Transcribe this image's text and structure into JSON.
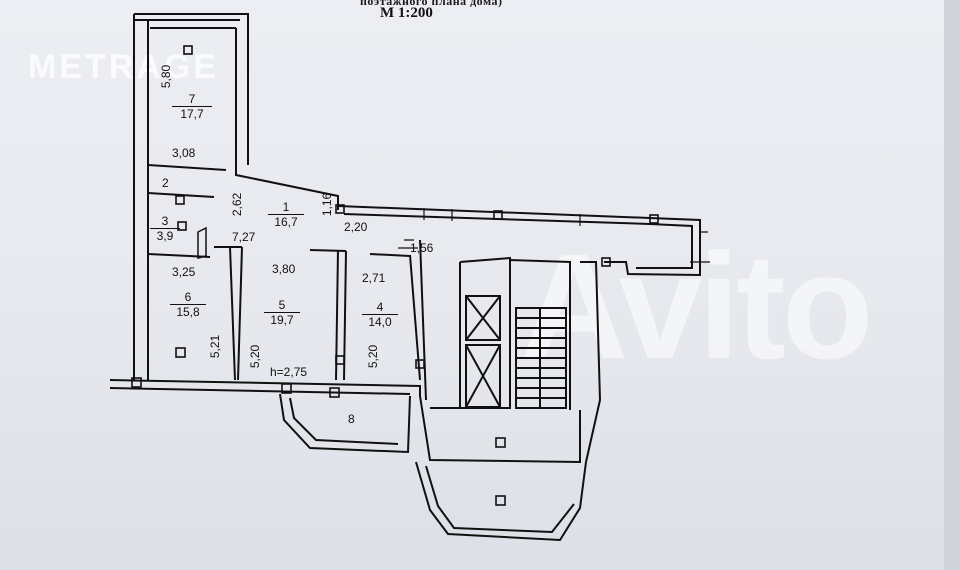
{
  "header": {
    "subtitle": "поэтажного плана дома)",
    "scale": "М 1:200"
  },
  "watermarks": {
    "metrage": "METRAGE",
    "avito": "Avito"
  },
  "rooms": [
    {
      "number": "7",
      "area": "17,7"
    },
    {
      "number": "2",
      "area": ""
    },
    {
      "number": "3",
      "area": "3,9"
    },
    {
      "number": "1",
      "area": "16,7"
    },
    {
      "number": "6",
      "area": "15,8"
    },
    {
      "number": "5",
      "area": "19,7"
    },
    {
      "number": "4",
      "area": "14,0"
    },
    {
      "number": "8",
      "area": ""
    }
  ],
  "dimensions": {
    "d_580": "5,80",
    "d_308": "3,08",
    "d_262": "2,62",
    "d_116": "1,16",
    "d_220": "2,20",
    "d_156": "1,56",
    "d_727": "7,27",
    "d_325": "3,25",
    "d_380": "3,80",
    "d_271": "2,71",
    "d_521": "5,21",
    "d_520a": "5,20",
    "d_520b": "5,20",
    "height": "h=2,75"
  },
  "colors": {
    "ink": "#111111",
    "paper": "#e9ebf0"
  }
}
